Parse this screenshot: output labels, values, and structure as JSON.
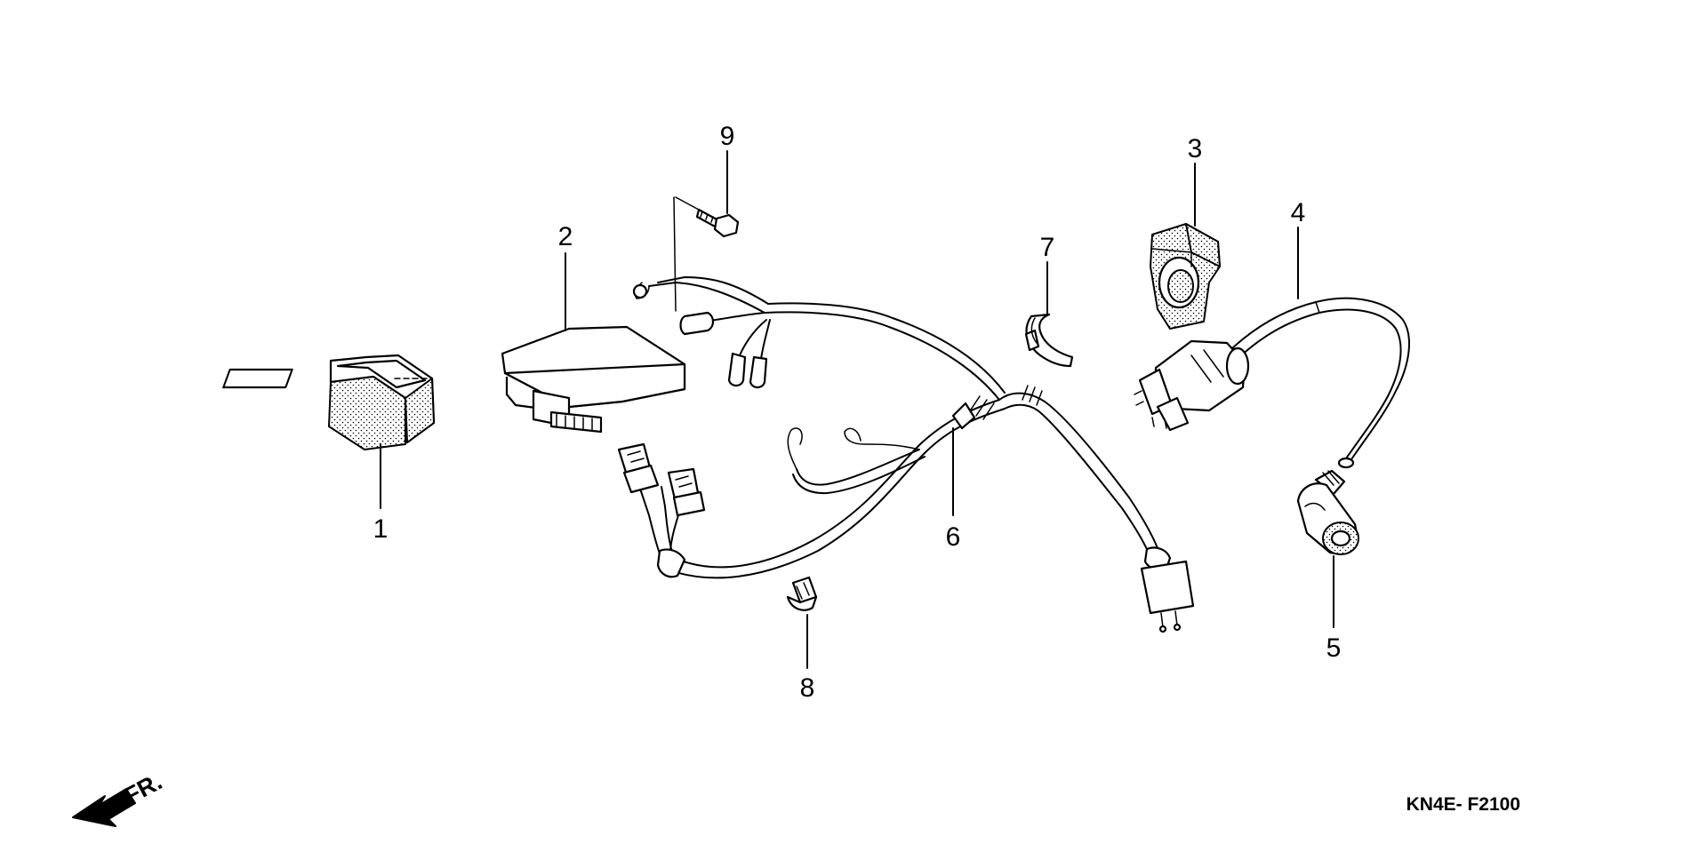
{
  "diagram": {
    "callouts": {
      "c1": "1",
      "c2": "2",
      "c3": "3",
      "c4": "4",
      "c5": "5",
      "c6": "6",
      "c7": "7",
      "c8": "8",
      "c9": "9"
    },
    "direction_label": "FR.",
    "figure_code": "KN4E- F2100"
  }
}
